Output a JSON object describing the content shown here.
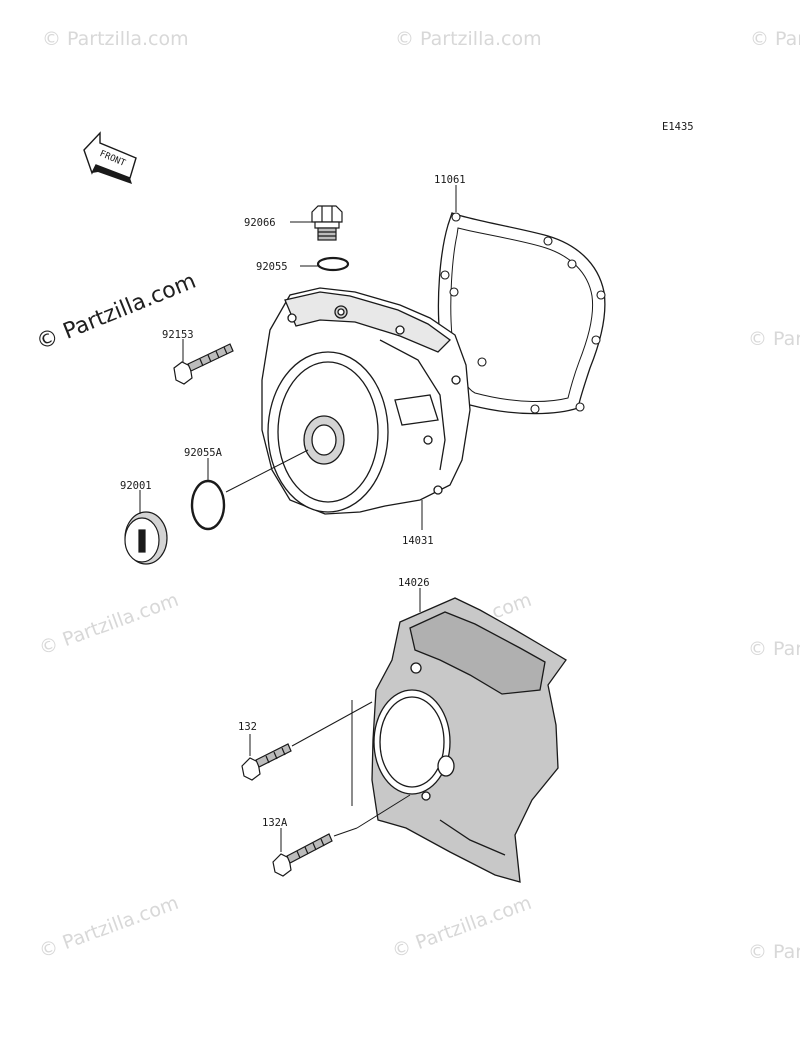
{
  "diagram_code": "E1435",
  "front_label": "FRONT",
  "watermark": "© Partzilla.com",
  "callouts": {
    "p11061": "11061",
    "p92066": "92066",
    "p92055": "92055",
    "p92153": "92153",
    "p92055A": "92055A",
    "p92001": "92001",
    "p14031": "14031",
    "p14026": "14026",
    "p132": "132",
    "p132A": "132A"
  },
  "colors": {
    "line": "#1a1a1a",
    "shade": "#cfcfcf",
    "watermark": "#d8d8d8"
  }
}
